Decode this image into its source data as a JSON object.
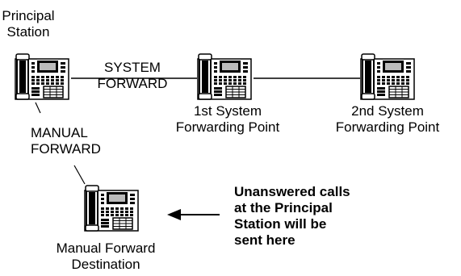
{
  "diagram": {
    "principal_station": {
      "line1": "Principal",
      "line2": "Station"
    },
    "system_forward": {
      "line1": "SYSTEM",
      "line2": "FORWARD"
    },
    "first_point": {
      "line1": "1st System",
      "line2": "Forwarding Point"
    },
    "second_point": {
      "line1": "2nd System",
      "line2": "Forwarding Point"
    },
    "manual_forward": {
      "line1": "MANUAL",
      "line2": "FORWARD"
    },
    "manual_destination": {
      "line1": "Manual Forward",
      "line2": "Destination"
    },
    "note": {
      "line1": "Unanswered calls",
      "line2": "at the Principal",
      "line3": "Station will be",
      "line4": "sent here"
    }
  }
}
